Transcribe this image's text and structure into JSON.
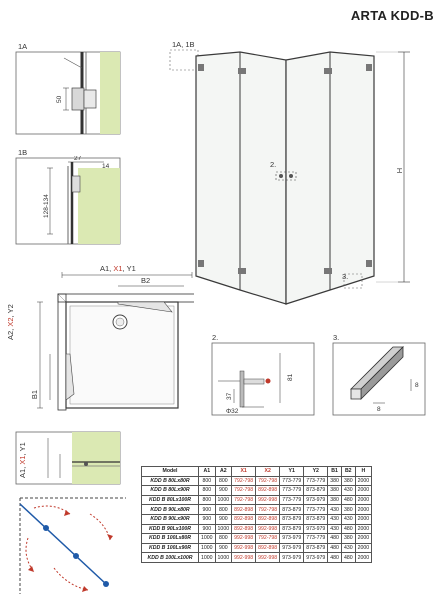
{
  "title": "ARTA KDD-B",
  "details": {
    "d1a": {
      "label": "1A",
      "dim": "50"
    },
    "d1b": {
      "label": "1B",
      "dim_top": "27",
      "dim_right": "14",
      "dim_side": "128-134"
    },
    "main": {
      "callout_1": "1A, 1B",
      "callout_2": "2.",
      "callout_3": "3.",
      "height": "H"
    },
    "plan": {
      "top_prefix": "A1, ",
      "top_x": "X1",
      "top_suffix": ", Y1",
      "top_b": "B2",
      "side_prefix": "A2, ",
      "side_x": "X2",
      "side_suffix": ", Y2",
      "side_b": "B1"
    },
    "d2": {
      "label": "2.",
      "d37": "37",
      "d81": "81",
      "d32": "Φ32"
    },
    "d3": {
      "label": "3.",
      "d8a": "8",
      "d8b": "8"
    },
    "small_plan": {
      "prefix": "A1, ",
      "x": "X1",
      "suffix": ", Y1"
    }
  },
  "table": {
    "headers": [
      "Model",
      "A1",
      "A2",
      "X1",
      "X2",
      "Y1",
      "Y2",
      "B1",
      "B2",
      "H"
    ],
    "rows": [
      [
        "KDD B 80Lx80R",
        "800",
        "800",
        "792-798",
        "792-798",
        "773-779",
        "773-779",
        "380",
        "380",
        "2000"
      ],
      [
        "KDD B 80Lx90R",
        "800",
        "900",
        "792-798",
        "892-898",
        "773-779",
        "873-879",
        "380",
        "430",
        "2000"
      ],
      [
        "KDD B 80Lx100R",
        "800",
        "1000",
        "792-798",
        "992-998",
        "773-779",
        "973-979",
        "380",
        "480",
        "2000"
      ],
      [
        "KDD B 90Lx80R",
        "900",
        "800",
        "892-898",
        "792-798",
        "873-879",
        "773-779",
        "430",
        "380",
        "2000"
      ],
      [
        "KDD B 90Lx90R",
        "900",
        "900",
        "892-898",
        "892-898",
        "873-879",
        "873-879",
        "430",
        "430",
        "2000"
      ],
      [
        "KDD B 90Lx100R",
        "900",
        "1000",
        "892-898",
        "992-998",
        "873-879",
        "973-979",
        "430",
        "480",
        "2000"
      ],
      [
        "KDD B 100Lx80R",
        "1000",
        "800",
        "992-998",
        "792-798",
        "973-979",
        "773-779",
        "480",
        "380",
        "2000"
      ],
      [
        "KDD B 100Lx90R",
        "1000",
        "900",
        "992-998",
        "892-898",
        "973-979",
        "873-879",
        "480",
        "430",
        "2000"
      ],
      [
        "KDD B 100Lx100R",
        "1000",
        "1000",
        "992-998",
        "992-998",
        "973-979",
        "973-979",
        "480",
        "480",
        "2000"
      ]
    ]
  },
  "colors": {
    "accent_red": "#c0392b",
    "wall_green": "#dbe9b3",
    "frame": "#3a3a3a",
    "glass": "#f4f6f4"
  }
}
